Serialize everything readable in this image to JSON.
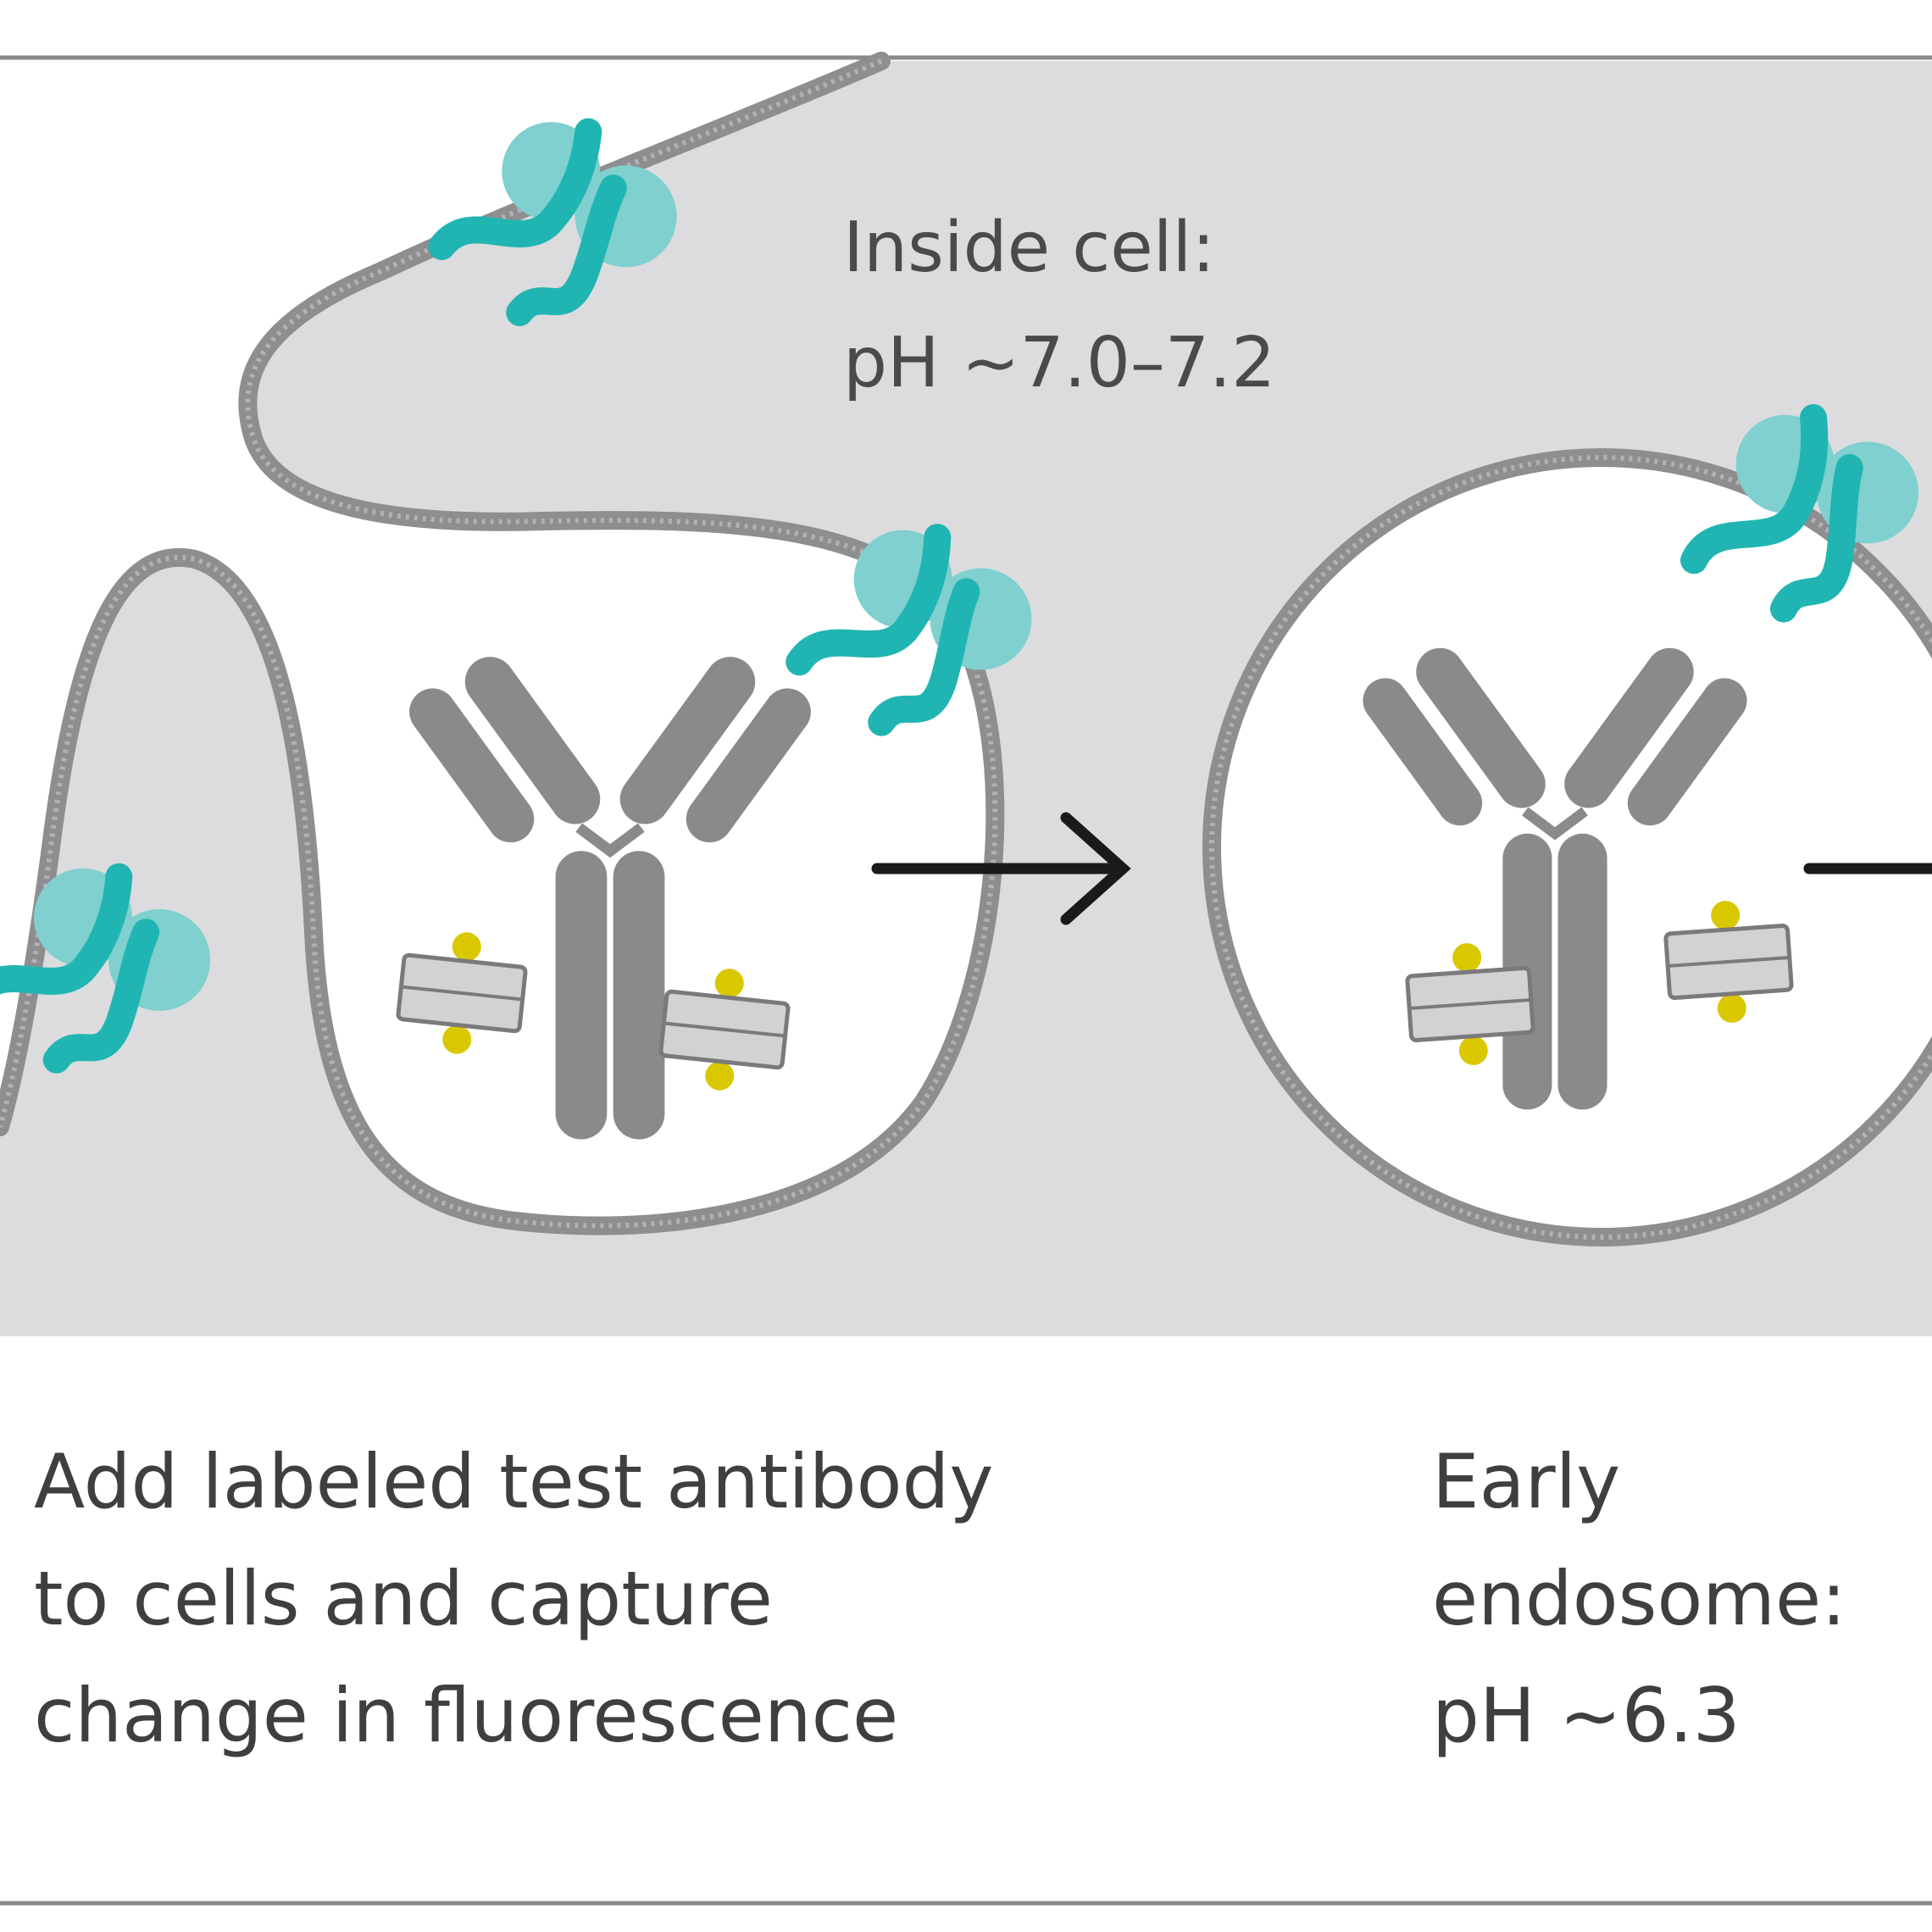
{
  "inside_cell": {
    "line1": "Inside cell:",
    "line2": "pH ~7.0–7.2"
  },
  "step1": {
    "line1": "Add labeled test antibody",
    "line2": "to cells and capture",
    "line3": "change in fluorescence"
  },
  "step2": {
    "line1": "Early",
    "line2": "endosome:",
    "line3": "pH ~6.3"
  },
  "colors": {
    "cytoplasm": "#dcdcde",
    "membrane": "#8e8e90",
    "antibody": "#8a8a8c",
    "receptor_dark": "#20b5b2",
    "receptor_light": "#7fd0ce",
    "dye": "#d9c800",
    "arrow": "#1a1a1a"
  }
}
